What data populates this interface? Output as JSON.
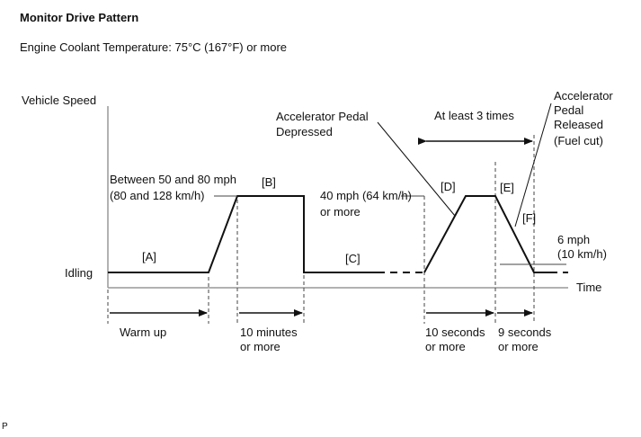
{
  "title": "Monitor Drive Pattern",
  "condition": "Engine Coolant Temperature: 75°C (167°F) or more",
  "axes": {
    "y_label": "Vehicle Speed",
    "x_label": "Time",
    "baseline_label": "Idling"
  },
  "speeds": {
    "high_line1": "Between 50 and 80 mph",
    "high_line2": "(80 and 128 km/h)",
    "mid_line1": "40 mph (64 km/h)",
    "mid_line2": "or more",
    "low_line1": "6 mph",
    "low_line2": "(10 km/h)"
  },
  "segments": {
    "a": "[A]",
    "b": "[B]",
    "c": "[C]",
    "d": "[D]",
    "e": "[E]",
    "f": "[F]"
  },
  "annotations": {
    "depressed_line1": "Accelerator Pedal",
    "depressed_line2": "Depressed",
    "released_line1": "Accelerator",
    "released_line2": "Pedal",
    "released_line3": "Released",
    "released_line4": "(Fuel cut)",
    "repeat": "At least 3 times"
  },
  "durations": {
    "warmup": "Warm up",
    "ten_min_line1": "10 minutes",
    "ten_min_line2": "or more",
    "ten_sec_line1": "10 seconds",
    "ten_sec_line2": "or more",
    "nine_sec_line1": "9 seconds",
    "nine_sec_line2": "or more"
  },
  "figure_code": "P"
}
